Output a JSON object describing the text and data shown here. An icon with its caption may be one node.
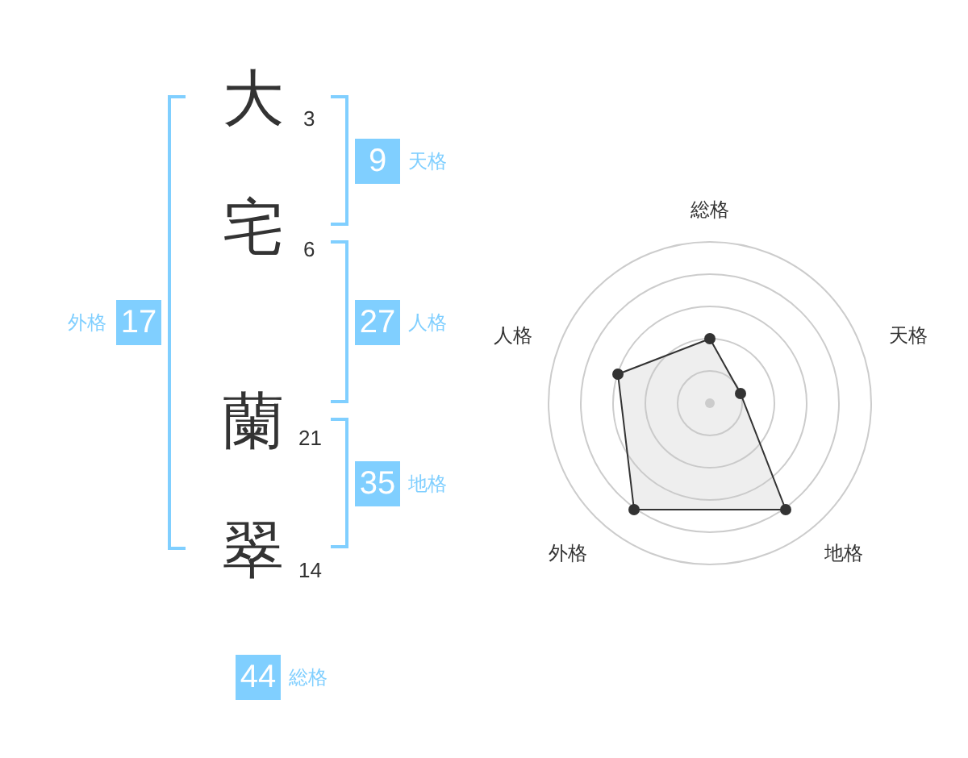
{
  "diagram": {
    "nodes": [
      {
        "text": [
          "9"
        ],
        "beside": [
          "天格"
        ]
      },
      {
        "text": [
          "27"
        ],
        "beside": [
          "人格"
        ]
      },
      {
        "text": [
          "35"
        ],
        "beside": [
          "地格"
        ]
      },
      {
        "text": [
          "17"
        ],
        "beside": [
          "外格"
        ]
      },
      {
        "text": [
          "44"
        ],
        "beside": [
          "総格"
        ]
      }
    ],
    "labels": [
      "大",
      "3",
      "宅",
      "6",
      "蘭",
      "21",
      "翠",
      "14",
      "総格",
      "天格",
      "人格",
      "地格",
      "外格"
    ]
  }
}
